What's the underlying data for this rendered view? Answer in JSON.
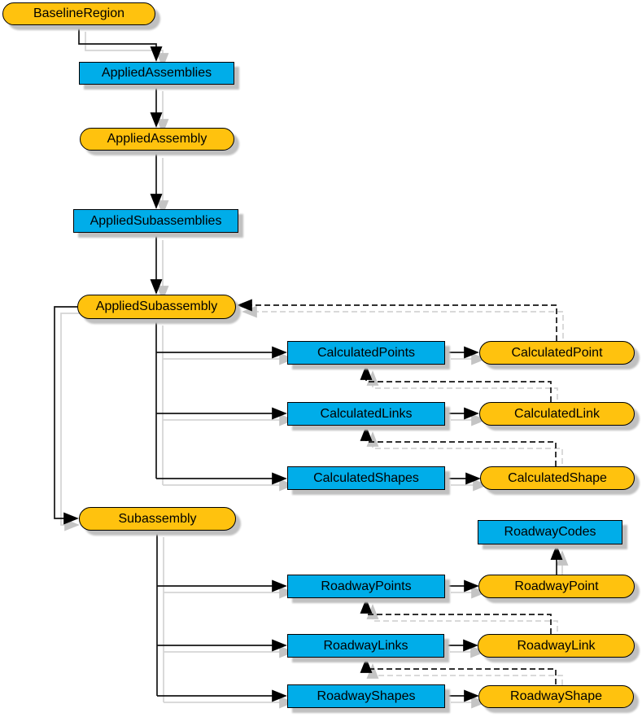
{
  "diagram": {
    "title": "Corridor object model diagram",
    "colors": {
      "object_fill": "#FFC20E",
      "collection_fill": "#00ADE9",
      "node_border": "#000000",
      "text": "#000000",
      "connector": "#141414",
      "connector_shadow": "#d4d4d4",
      "drop_shadow": "#c0c0c0",
      "background": "#ffffff"
    },
    "node_kinds": {
      "object": "rounded pill",
      "collection": "rectangle"
    },
    "nodes": [
      {
        "label": "BaselineRegion",
        "kind": "object"
      },
      {
        "label": "AppliedAssemblies",
        "kind": "collection"
      },
      {
        "label": "AppliedAssembly",
        "kind": "object"
      },
      {
        "label": "AppliedSubassemblies",
        "kind": "collection"
      },
      {
        "label": "AppliedSubassembly",
        "kind": "object"
      },
      {
        "label": "CalculatedPoints",
        "kind": "collection"
      },
      {
        "label": "CalculatedPoint",
        "kind": "object"
      },
      {
        "label": "CalculatedLinks",
        "kind": "collection"
      },
      {
        "label": "CalculatedLink",
        "kind": "object"
      },
      {
        "label": "CalculatedShapes",
        "kind": "collection"
      },
      {
        "label": "CalculatedShape",
        "kind": "object"
      },
      {
        "label": "Subassembly",
        "kind": "object"
      },
      {
        "label": "RoadwayCodes",
        "kind": "collection"
      },
      {
        "label": "RoadwayPoints",
        "kind": "collection"
      },
      {
        "label": "RoadwayPoint",
        "kind": "object"
      },
      {
        "label": "RoadwayLinks",
        "kind": "collection"
      },
      {
        "label": "RoadwayLink",
        "kind": "object"
      },
      {
        "label": "RoadwayShapes",
        "kind": "collection"
      },
      {
        "label": "RoadwayShape",
        "kind": "object"
      }
    ],
    "edges": [
      {
        "from": "BaselineRegion",
        "to": "AppliedAssemblies",
        "style": "solid"
      },
      {
        "from": "AppliedAssemblies",
        "to": "AppliedAssembly",
        "style": "solid"
      },
      {
        "from": "AppliedAssembly",
        "to": "AppliedSubassemblies",
        "style": "solid"
      },
      {
        "from": "AppliedSubassemblies",
        "to": "AppliedSubassembly",
        "style": "solid"
      },
      {
        "from": "AppliedSubassembly",
        "to": "CalculatedPoints",
        "style": "solid"
      },
      {
        "from": "AppliedSubassembly",
        "to": "CalculatedLinks",
        "style": "solid"
      },
      {
        "from": "AppliedSubassembly",
        "to": "CalculatedShapes",
        "style": "solid"
      },
      {
        "from": "AppliedSubassembly",
        "to": "Subassembly",
        "style": "solid"
      },
      {
        "from": "CalculatedPoints",
        "to": "CalculatedPoint",
        "style": "solid"
      },
      {
        "from": "CalculatedLinks",
        "to": "CalculatedLink",
        "style": "solid"
      },
      {
        "from": "CalculatedShapes",
        "to": "CalculatedShape",
        "style": "solid"
      },
      {
        "from": "CalculatedPoint",
        "to": "AppliedSubassembly",
        "style": "dashed"
      },
      {
        "from": "CalculatedLink",
        "to": "CalculatedPoints",
        "style": "dashed"
      },
      {
        "from": "CalculatedShape",
        "to": "CalculatedLinks",
        "style": "dashed"
      },
      {
        "from": "Subassembly",
        "to": "RoadwayPoints",
        "style": "solid"
      },
      {
        "from": "Subassembly",
        "to": "RoadwayLinks",
        "style": "solid"
      },
      {
        "from": "Subassembly",
        "to": "RoadwayShapes",
        "style": "solid"
      },
      {
        "from": "RoadwayPoints",
        "to": "RoadwayPoint",
        "style": "solid"
      },
      {
        "from": "RoadwayLinks",
        "to": "RoadwayLink",
        "style": "solid"
      },
      {
        "from": "RoadwayShapes",
        "to": "RoadwayShape",
        "style": "solid"
      },
      {
        "from": "RoadwayPoint",
        "to": "RoadwayCodes",
        "style": "solid"
      },
      {
        "from": "RoadwayLink",
        "to": "RoadwayPoints",
        "style": "dashed"
      },
      {
        "from": "RoadwayShape",
        "to": "RoadwayLinks",
        "style": "dashed"
      }
    ]
  }
}
